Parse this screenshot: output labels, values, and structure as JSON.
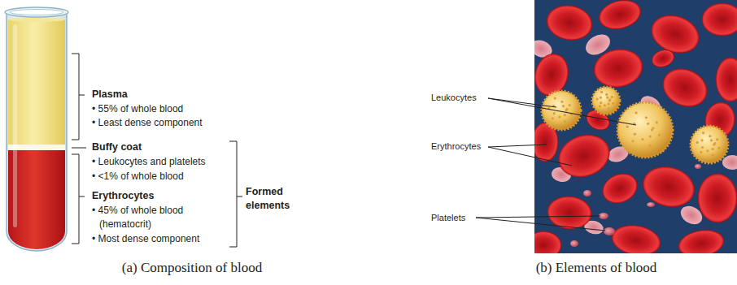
{
  "diagram": {
    "labels": [
      "Plasma",
      "• 55% of whole blood",
      "• Least dense component",
      "Buffy coat",
      "• Leukocytes and platelets",
      "• <1% of whole blood",
      "Erythrocytes",
      "• 45% of whole blood (hematocrit)",
      "• Most dense component",
      "Formed elements",
      "Leukocytes",
      "Erythrocytes",
      "Platelets",
      "(a) Composition of blood",
      "(b) Elements of blood"
    ]
  }
}
